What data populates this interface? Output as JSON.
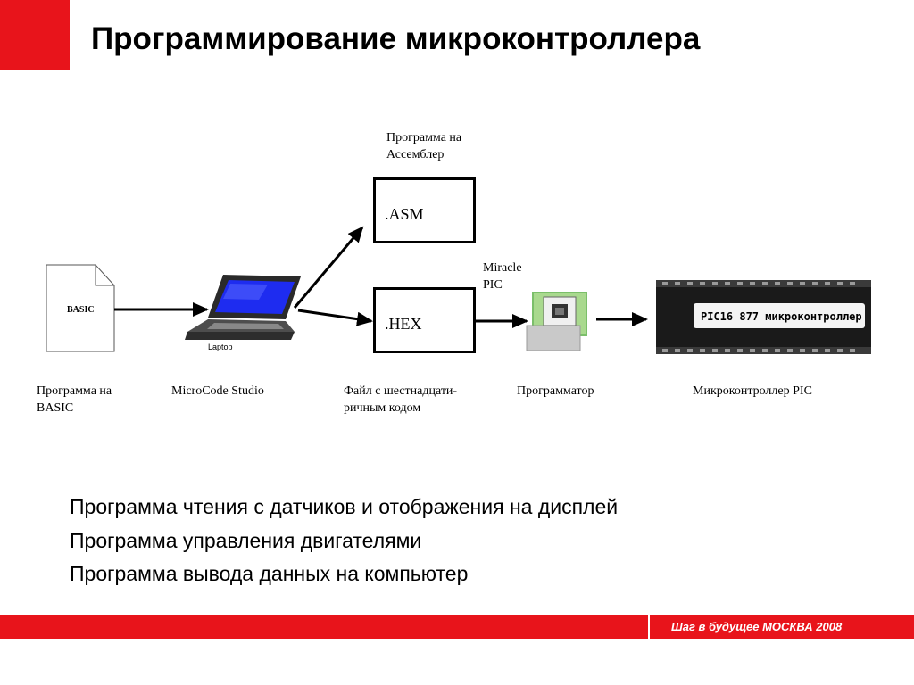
{
  "slide": {
    "title": "Программирование микроконтроллера",
    "accent_color": "#e8141b"
  },
  "diagram": {
    "nodes": {
      "basic_doc": {
        "label": "BASIC",
        "icon": "document-icon"
      },
      "laptop": {
        "label": "Laptop",
        "icon": "laptop-icon"
      },
      "asm_box": {
        "label": ".ASM"
      },
      "hex_box": {
        "label": ".HEX"
      },
      "programmer": {
        "icon": "chip-programmer-icon"
      },
      "microcontroller": {
        "chip_text": "PIC16 877 микроконтроллер",
        "icon": "microcontroller-chip-icon"
      }
    },
    "captions": {
      "asm_caption_line1": "Программа на",
      "asm_caption_line2": "Ассемблер",
      "miracle_line1": "Miracle",
      "miracle_line2": "PIC",
      "basic_caption_line1": "Программа на",
      "basic_caption_line2": "BASIC",
      "microcode_caption": "MicroCode Studio",
      "hex_caption_line1": "Файл с шестнадцати-",
      "hex_caption_line2": "ричным кодом",
      "programmer_caption": "Программатор",
      "mcu_caption": "Микроконтроллер PIC"
    }
  },
  "list": {
    "items": [
      "Программа  чтения с датчиков и отображения на дисплей",
      "Программа управления двигателями",
      "Программа вывода данных на компьютер"
    ]
  },
  "footer": {
    "text": "Шаг в будущее  МОСКВА 2008"
  }
}
